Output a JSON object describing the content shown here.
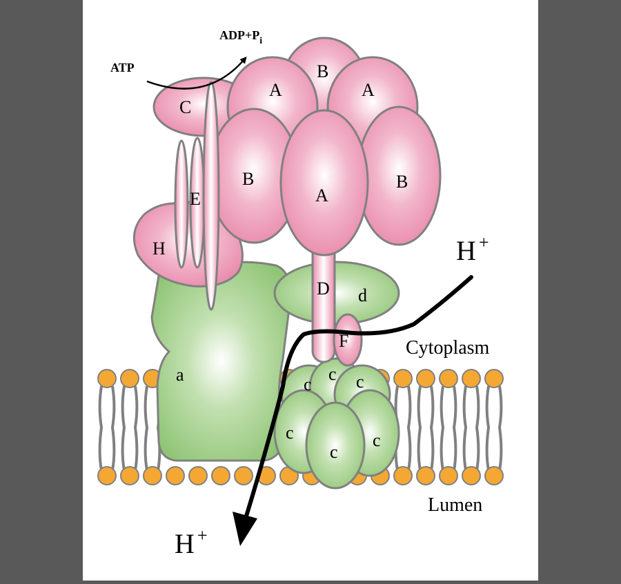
{
  "labels": {
    "atp": "ATP",
    "adp": "ADP+P",
    "adp_sub": "i",
    "h_in": "H",
    "h_in_sup": "+",
    "h_out": "H",
    "h_out_sup": "+",
    "cytoplasm": "Cytoplasm",
    "lumen": "Lumen"
  },
  "subunits": {
    "a_top_left": "A",
    "b_top": "B",
    "a_top_right": "A",
    "c_stalk": "C",
    "e_stalk": "E",
    "h_sub": "H",
    "b_left": "B",
    "a_center": "A",
    "b_right": "B",
    "d_upper": "D",
    "d_lower": "d",
    "f_sub": "F",
    "a_membrane": "a",
    "ring": [
      "c",
      "c",
      "c",
      "c",
      "c",
      "c"
    ]
  },
  "colors": {
    "background": "#ffffff",
    "pink": "#ea8fae",
    "green": "#92c77a",
    "lipid_head": "#f4a833",
    "outline": "#808080"
  }
}
